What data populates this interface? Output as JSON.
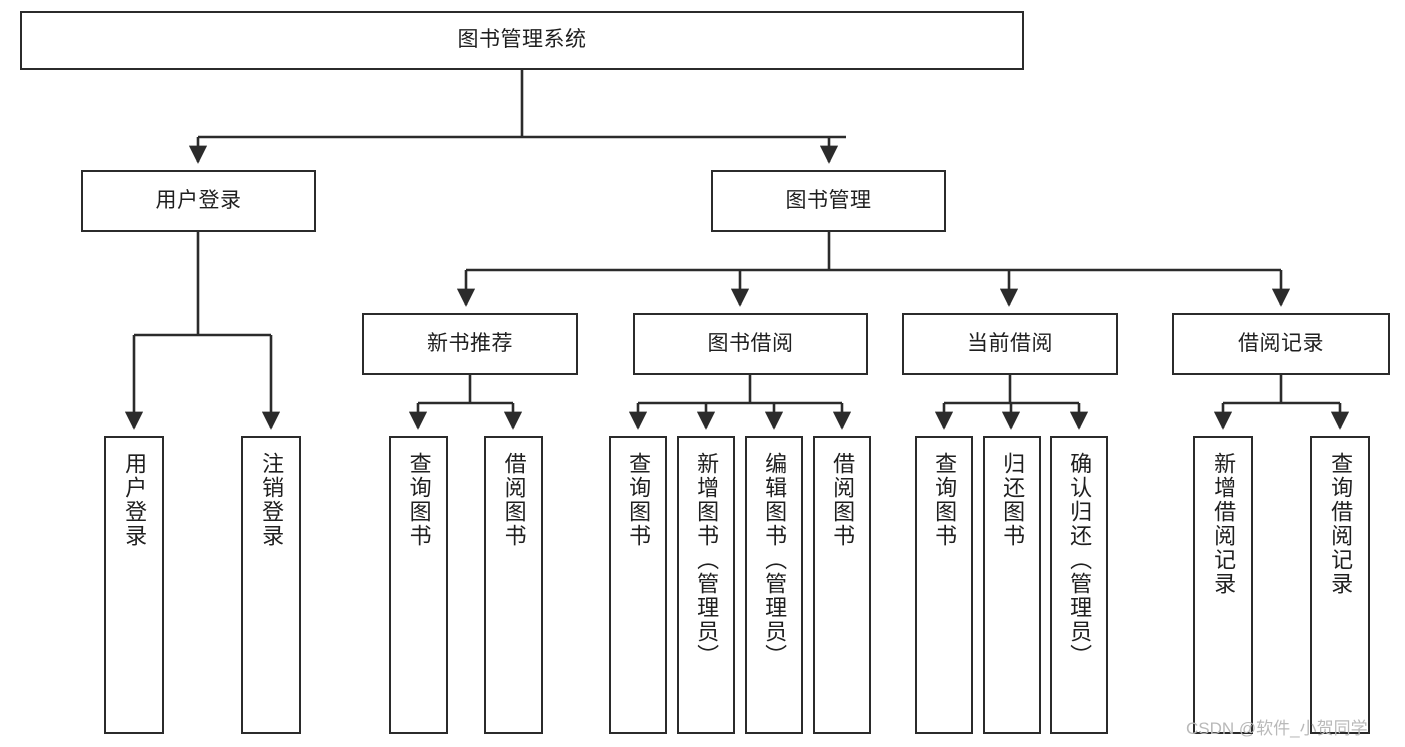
{
  "diagram": {
    "type": "tree-hierarchy",
    "title": "图书管理系统",
    "root": {
      "id": "root",
      "label": "图书管理系统",
      "orientation": "horizontal"
    },
    "level2": [
      {
        "id": "user-login",
        "label": "用户登录",
        "orientation": "horizontal"
      },
      {
        "id": "book-manage",
        "label": "图书管理",
        "orientation": "horizontal"
      }
    ],
    "level3": [
      {
        "id": "new-book-recommend",
        "label": "新书推荐",
        "orientation": "horizontal",
        "parent": "book-manage"
      },
      {
        "id": "book-borrow",
        "label": "图书借阅",
        "orientation": "horizontal",
        "parent": "book-manage"
      },
      {
        "id": "current-borrow",
        "label": "当前借阅",
        "orientation": "horizontal",
        "parent": "book-manage"
      },
      {
        "id": "borrow-record",
        "label": "借阅记录",
        "orientation": "horizontal",
        "parent": "book-manage"
      }
    ],
    "leaves": [
      {
        "id": "leaf-user-login",
        "label": "用户登录",
        "parent": "user-login"
      },
      {
        "id": "leaf-logout-login",
        "label": "注销登录",
        "parent": "user-login"
      },
      {
        "id": "leaf-query-book-1",
        "label": "查询图书",
        "parent": "new-book-recommend"
      },
      {
        "id": "leaf-borrow-book-1",
        "label": "借阅图书",
        "parent": "new-book-recommend"
      },
      {
        "id": "leaf-query-book-2",
        "label": "查询图书",
        "parent": "book-borrow"
      },
      {
        "id": "leaf-add-book",
        "label": "新增图书（管理员）",
        "parent": "book-borrow"
      },
      {
        "id": "leaf-edit-book",
        "label": "编辑图书（管理员）",
        "parent": "book-borrow"
      },
      {
        "id": "leaf-borrow-book-2",
        "label": "借阅图书",
        "parent": "book-borrow"
      },
      {
        "id": "leaf-query-book-3",
        "label": "查询图书",
        "parent": "current-borrow"
      },
      {
        "id": "leaf-return-book",
        "label": "归还图书",
        "parent": "current-borrow"
      },
      {
        "id": "leaf-confirm-return",
        "label": "确认归还（管理员）",
        "parent": "current-borrow"
      },
      {
        "id": "leaf-add-record",
        "label": "新增借阅记录",
        "parent": "borrow-record"
      },
      {
        "id": "leaf-query-record",
        "label": "查询借阅记录",
        "parent": "borrow-record"
      }
    ]
  },
  "watermark": {
    "text": "CSDN @软件_小贺同学"
  },
  "colors": {
    "border": "#2b2b2b",
    "background": "#ffffff",
    "text": "#1f1f1f",
    "watermark": "#b9b9b9"
  }
}
